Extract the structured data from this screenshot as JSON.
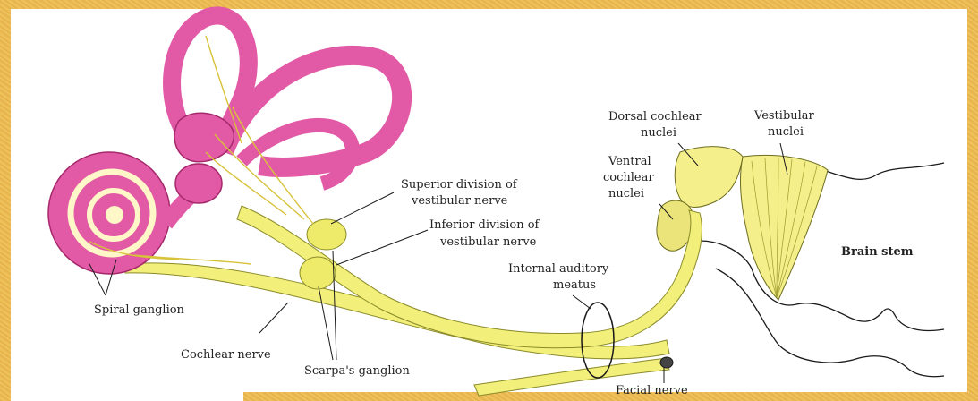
{
  "colors": {
    "frame": "#e8b54a",
    "labyrinth": "#e25aa6",
    "labyrinth_dark": "#a5286b",
    "nerve": "#f2f07a",
    "nerve_dark": "#8a8a2a",
    "nuclei": "#f4ef8a",
    "outline": "#1a1a1a"
  },
  "labels": {
    "spiral_ganglion": "Spiral ganglion",
    "cochlear_nerve": "Cochlear nerve",
    "scarpas_ganglion": "Scarpa's ganglion",
    "superior_division_line1": "Superior division of",
    "superior_division_line2": "vestibular nerve",
    "inferior_division_line1": "Inferior division of",
    "inferior_division_line2": "vestibular nerve",
    "internal_auditory_line1": "Internal auditory",
    "internal_auditory_line2": "meatus",
    "facial_nerve": "Facial nerve",
    "dorsal_cochlear_line1": "Dorsal cochlear",
    "dorsal_cochlear_line2": "nuclei",
    "ventral_cochlear_line1": "Ventral",
    "ventral_cochlear_line2": "cochlear",
    "ventral_cochlear_line3": "nuclei",
    "vestibular_nuclei_line1": "Vestibular",
    "vestibular_nuclei_line2": "nuclei",
    "brain_stem": "Brain stem"
  }
}
